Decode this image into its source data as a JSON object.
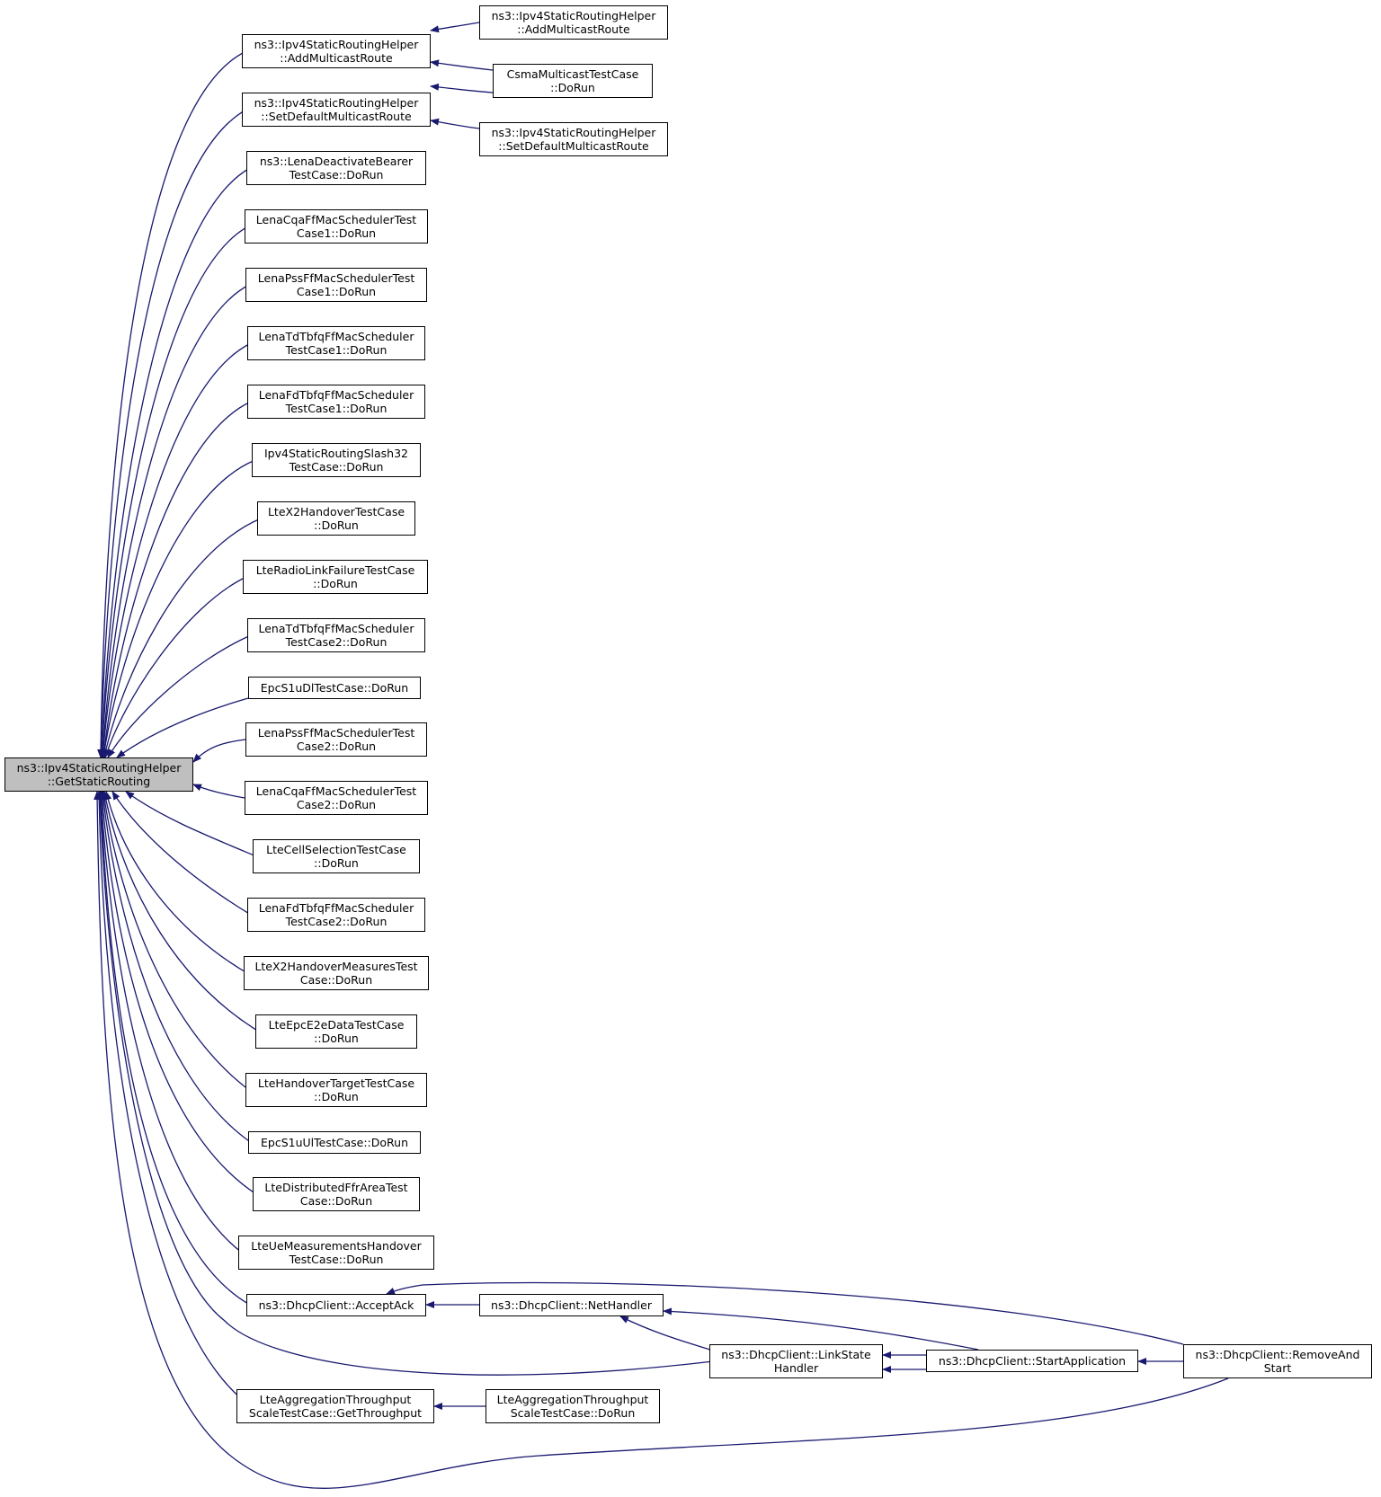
{
  "colors": {
    "edge": "#191970",
    "node_border": "#000000",
    "node_fill": "#ffffff",
    "root_fill": "#bfbfbf"
  },
  "nodes": {
    "root": [
      "ns3::Ipv4StaticRoutingHelper",
      "::GetStaticRouting"
    ],
    "addMulticast": [
      "ns3::Ipv4StaticRoutingHelper",
      "::AddMulticastRoute"
    ],
    "setDefaultMulticast": [
      "ns3::Ipv4StaticRoutingHelper",
      "::SetDefaultMulticastRoute"
    ],
    "addMulticast2": [
      "ns3::Ipv4StaticRoutingHelper",
      "::AddMulticastRoute"
    ],
    "csmaMulticast": [
      "CsmaMulticastTestCase",
      "::DoRun"
    ],
    "setDefaultMulticast2": [
      "ns3::Ipv4StaticRoutingHelper",
      "::SetDefaultMulticastRoute"
    ],
    "lenaDeactivate": [
      "ns3::LenaDeactivateBearer",
      "TestCase::DoRun"
    ],
    "lenaCqa1": [
      "LenaCqaFfMacSchedulerTest",
      "Case1::DoRun"
    ],
    "lenaPss1": [
      "LenaPssFfMacSchedulerTest",
      "Case1::DoRun"
    ],
    "lenaTdTbfq1": [
      "LenaTdTbfqFfMacScheduler",
      "TestCase1::DoRun"
    ],
    "lenaFdTbfq1": [
      "LenaFdTbfqFfMacScheduler",
      "TestCase1::DoRun"
    ],
    "ipv4Slash32": [
      "Ipv4StaticRoutingSlash32",
      "TestCase::DoRun"
    ],
    "lteX2Handover": [
      "LteX2HandoverTestCase",
      "::DoRun"
    ],
    "lteRlf": [
      "LteRadioLinkFailureTestCase",
      "::DoRun"
    ],
    "lenaTdTbfq2": [
      "LenaTdTbfqFfMacScheduler",
      "TestCase2::DoRun"
    ],
    "epcS1uDl": [
      "EpcS1uDlTestCase::DoRun"
    ],
    "lenaPss2": [
      "LenaPssFfMacSchedulerTest",
      "Case2::DoRun"
    ],
    "lenaCqa2": [
      "LenaCqaFfMacSchedulerTest",
      "Case2::DoRun"
    ],
    "lteCellSel": [
      "LteCellSelectionTestCase",
      "::DoRun"
    ],
    "lenaFdTbfq2": [
      "LenaFdTbfqFfMacScheduler",
      "TestCase2::DoRun"
    ],
    "lteX2HoMeas": [
      "LteX2HandoverMeasuresTest",
      "Case::DoRun"
    ],
    "lteEpcE2e": [
      "LteEpcE2eDataTestCase",
      "::DoRun"
    ],
    "lteHoTarget": [
      "LteHandoverTargetTestCase",
      "::DoRun"
    ],
    "epcS1uUl": [
      "EpcS1uUlTestCase::DoRun"
    ],
    "lteDistFfr": [
      "LteDistributedFfrAreaTest",
      "Case::DoRun"
    ],
    "lteUeMeasHo": [
      "LteUeMeasurementsHandover",
      "TestCase::DoRun"
    ],
    "dhcpAcceptAck": [
      "ns3::DhcpClient::AcceptAck"
    ],
    "dhcpNetHandler": [
      "ns3::DhcpClient::NetHandler"
    ],
    "dhcpLinkState": [
      "ns3::DhcpClient::LinkState",
      "Handler"
    ],
    "dhcpStartApp": [
      "ns3::DhcpClient::StartApplication"
    ],
    "dhcpRemoveStart": [
      "ns3::DhcpClient::RemoveAnd",
      "Start"
    ],
    "lteAggGet": [
      "LteAggregationThroughput",
      "ScaleTestCase::GetThroughput"
    ],
    "lteAggDoRun": [
      "LteAggregationThroughput",
      "ScaleTestCase::DoRun"
    ]
  }
}
